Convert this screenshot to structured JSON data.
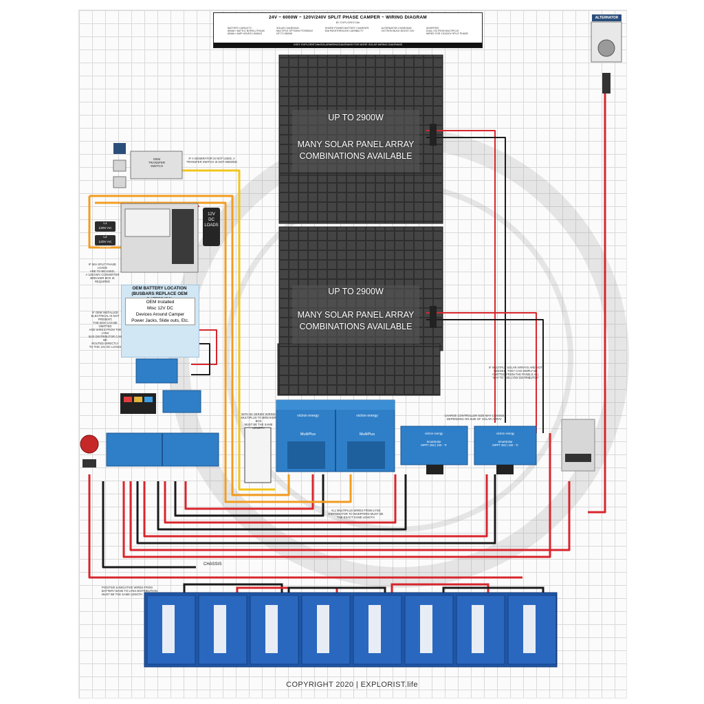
{
  "title": {
    "main": "24V ~ 6000W ~ 120V/240V SPLIT PHASE CAMPER ~ WIRING DIAGRAM",
    "byline": "BY EXPLORIST.life",
    "col1": "BATTERY CAPACITY:\n800Ah+ BATTLE BORN LITHIUM\n800Ah+ AMP HOURS USABLE",
    "col2": "SOLAR CHARGING:\nMULTIPLE OPTIONS POSSIBLE\nUP TO 5800W",
    "col3": "SHORE POWER BATTERY CHARGER:\n50A PASSTHROUGH CAPABILITY",
    "col4": "ALTERNATOR CHARGING:\nVICTRON BUCK BOOST 24V",
    "col5": "INVERTER:\nDUAL VICTRON MULTIPLUS\nWIRED FOR 120/240V SPLIT PHASE",
    "footer": "VISIT: EXPLORIST.life/SOLARWIRINGDIAGRAMS FOR MORE SOLAR WIRING DIAGRAMS"
  },
  "solar": [
    {
      "watts": "UP TO 2900W",
      "line1": "MANY SOLAR PANEL ARRAY",
      "line2": "COMBINATIONS AVAILABLE"
    },
    {
      "watts": "UP TO 2900W",
      "line1": "MANY SOLAR PANEL ARRAY",
      "line2": "COMBINATIONS AVAILABLE"
    }
  ],
  "alternator": {
    "label": "ALTERNATOR"
  },
  "transfer_switch": {
    "label": "OEM\nTRANSFER\nSWITCH",
    "note": "IF A GENERATOR IS NOT USED, A\nTRANSFER SWITCH IS NOT NEEDED"
  },
  "ac_loads": [
    {
      "label": "L1\n120V AC\nLOADS"
    },
    {
      "label": "L2\n120V AC\nLOADS"
    }
  ],
  "dc_loads": {
    "label": "12V\nDC\nLOADS"
  },
  "oem_battery": {
    "title": "OEM BATTERY LOCATION\n(BUSBARS REPLACE OEM BATTERIES)",
    "desc": "OEM Installed\nMisc 12V DC\nDevices Around Camper\nPower Jacks, Slide outs, Etc."
  },
  "notes": {
    "split_phase": "IF 50A SPLIT PHASE LOADS\nARE TO BE USED,\nA 120/240V CONVERTER\nBREAKER BOX IS REQUIRED",
    "oem_busbar": "IF OEM INSTALLED\nELECTRICAL IS NOT PRESENT,\nTHE BOX CAN BE OMITTED\nAND WIRES FROM THE LYNX\nBUS DISTRIBUTOR CAN BE\nROUTED DIRECTLY\nTO THE 12V DC LOADS",
    "multiplus": "WITH 6X SERIES WIRING\nMULTIPLUS TO BREAKER BOX\nMUST BE THE SAME LENGTH",
    "lynx": "ALL MULTIPLUS WIRES FROM LYNX\nDISTRIBUTOR TO INVERTERS MUST BE\nTHE EXACT SAME LENGTH",
    "charge_controller": "CHARGE CONTROLLER SIZE MAY CHANGE\nDEPENDING ON SIZE OF SOLAR ARRAY",
    "multiple_arrays": "IF MULTIPLE SOLAR ARRAYS ARE NOT\nNEEDED, THEY CAN SIMPLY BE\nOMITTED FROM THE PANELS ALL\nWAY TO THE LYNX DISTRIBUTOR",
    "battery_bank": "POSITIVE & NEGATIVE WIRES FROM\nBATTERY BANK TO LYNX DISTRIBUTION\nMUST BE THE SAME LENGTH"
  },
  "chassis": "CHASSIS",
  "inverters": [
    {
      "brand": "victron energy",
      "model": "MultiPlus"
    },
    {
      "brand": "victron energy",
      "model": "MultiPlus"
    }
  ],
  "controllers": [
    {
      "brand": "victron energy",
      "model": "SmartSolar\nMPPT 250 | 100 - Tr"
    },
    {
      "brand": "victron energy",
      "model": "SmartSolar\nMPPT 250 | 100 - Tr"
    }
  ],
  "copyright": "COPYRIGHT 2020 | EXPLORIST.life",
  "colors": {
    "positive": "#d8252c",
    "negative": "#1a1a1a",
    "ac_orange": "#f39c20",
    "ac_yellow": "#f2c519",
    "victron_blue": "#2f7fc8",
    "battery_blue": "#1f57a8"
  }
}
